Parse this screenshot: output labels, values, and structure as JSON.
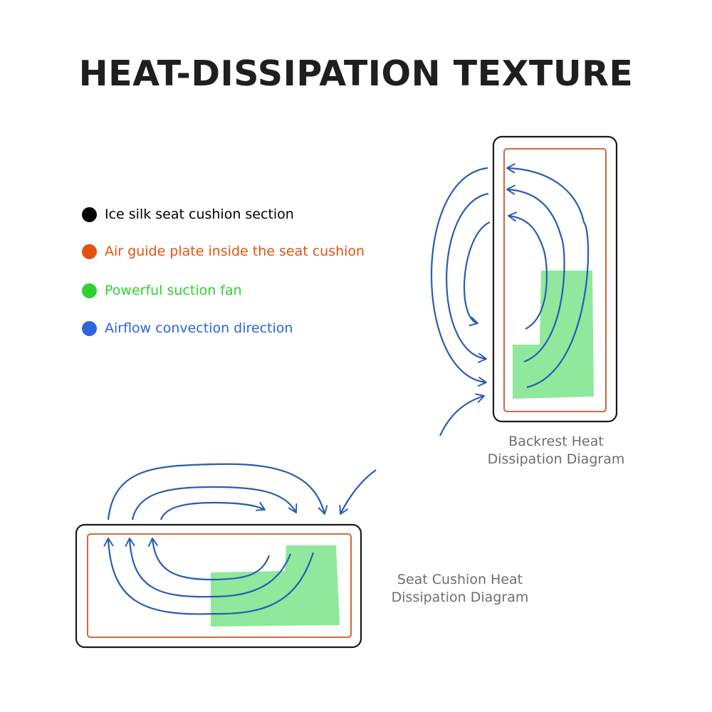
{
  "title": "HEAT-DISSIPATION TEXTURE",
  "legend": [
    {
      "label": "Ice silk seat cushion section",
      "color": "#000000"
    },
    {
      "label": "Air guide plate inside the seat cushion",
      "color": "#e3520f"
    },
    {
      "label": "Powerful suction fan",
      "color": "#2fd12f"
    },
    {
      "label": "Airflow convection direction",
      "color": "#2d66d9"
    }
  ],
  "backrest": {
    "caption_line1": "Backrest Heat",
    "caption_line2": "Dissipation Diagram"
  },
  "seat": {
    "caption_line1": "Seat Cushion Heat",
    "caption_line2": "Dissipation Diagram"
  },
  "colors": {
    "outline": "#1a1a1a",
    "plate": "#c9582b",
    "fan": "#8fe89b",
    "airflow": "#2a5cb3",
    "caption": "#6e6e6e"
  }
}
